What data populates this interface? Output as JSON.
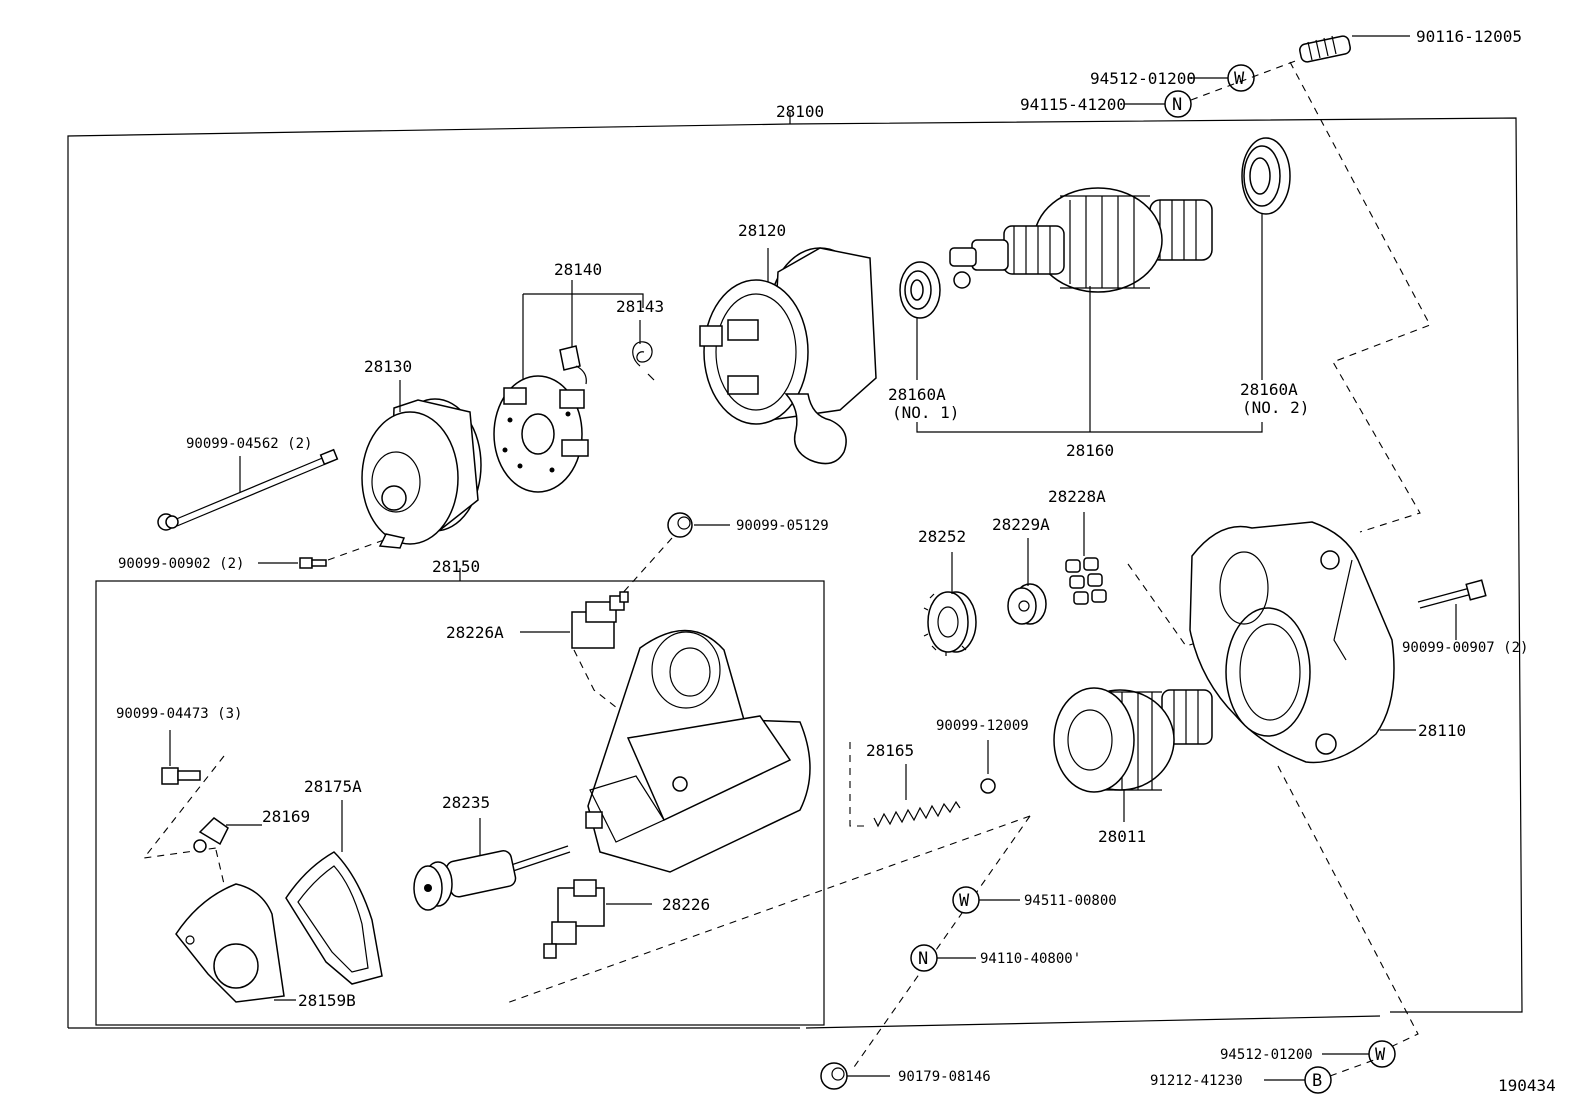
{
  "diagram": {
    "labels": {
      "p90116_12005": "90116-12005",
      "p94512_01200_top": "94512-01200",
      "p94115_41200": "94115-41200",
      "p28100": "28100",
      "p28120": "28120",
      "p28140": "28140",
      "p28143": "28143",
      "p28130": "28130",
      "p90099_04562": "90099-04562 (2)",
      "p90099_00902": "90099-00902 (2)",
      "p28160a_1": "28160A",
      "p28160a_1_sub": "(NO. 1)",
      "p28160a_2": "28160A",
      "p28160a_2_sub": "(NO. 2)",
      "p28160": "28160",
      "p90099_05129": "90099-05129",
      "p28150": "28150",
      "p28226a": "28226A",
      "p28228a": "28228A",
      "p28229a": "28229A",
      "p28252": "28252",
      "p90099_00907": "90099-00907 (2)",
      "p90099_04473": "90099-04473 (3)",
      "p28175a": "28175A",
      "p28169": "28169",
      "p28235": "28235",
      "p28165": "28165",
      "p90099_12009": "90099-12009",
      "p28110": "28110",
      "p28011": "28011",
      "p28226": "28226",
      "p94511_00800": "94511-00800",
      "p94110_40800": "94110-40800'",
      "p28159b": "28159B",
      "p90179_08146": "90179-08146",
      "p94512_01200_bot": "94512-01200",
      "p91212_41230": "91212-41230",
      "p190434": "190434"
    },
    "markers": {
      "w_top": "W",
      "n_top": "N",
      "w_mid": "W",
      "n_mid": "N",
      "w_bot": "W",
      "b_bot": "B"
    }
  }
}
